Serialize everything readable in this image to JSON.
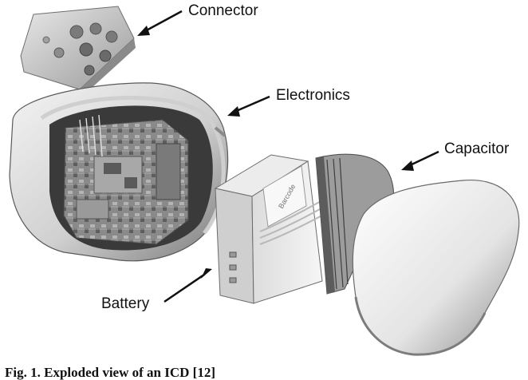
{
  "labels": {
    "connector": "Connector",
    "electronics": "Electronics",
    "capacitor": "Capacitor",
    "battery": "Battery"
  },
  "device_label": "Barcode",
  "caption": "Fig. 1. Exploded view of an ICD [12]"
}
